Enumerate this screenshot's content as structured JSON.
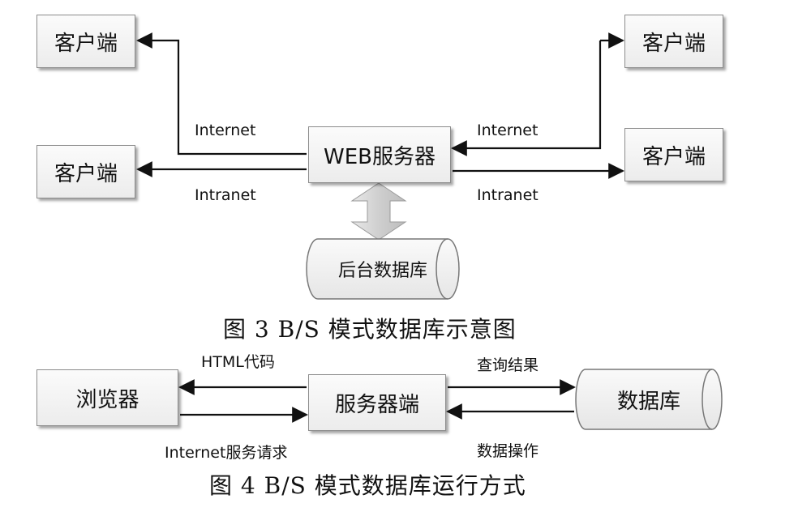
{
  "fig3": {
    "client_top_left": "客户端",
    "client_mid_left": "客户端",
    "client_top_right": "客户端",
    "client_mid_right": "客户端",
    "server": "WEB服务器",
    "database": "后台数据库",
    "label_internet_left": "Internet",
    "label_intranet_left": "Intranet",
    "label_internet_right": "Internet",
    "label_intranet_right": "Intranet",
    "caption": "图 3 B/S 模式数据库示意图"
  },
  "fig4": {
    "browser": "浏览器",
    "server": "服务器端",
    "database": "数据库",
    "label_html": "HTML代码",
    "label_request": "Internet服务请求",
    "label_result": "查询结果",
    "label_operation": "数据操作",
    "caption": "图 4 B/S 模式数据库运行方式"
  },
  "colors": {
    "line": "#111111",
    "box_border": "#8c8c8c",
    "arrow_fill": "#d4d4d4"
  }
}
